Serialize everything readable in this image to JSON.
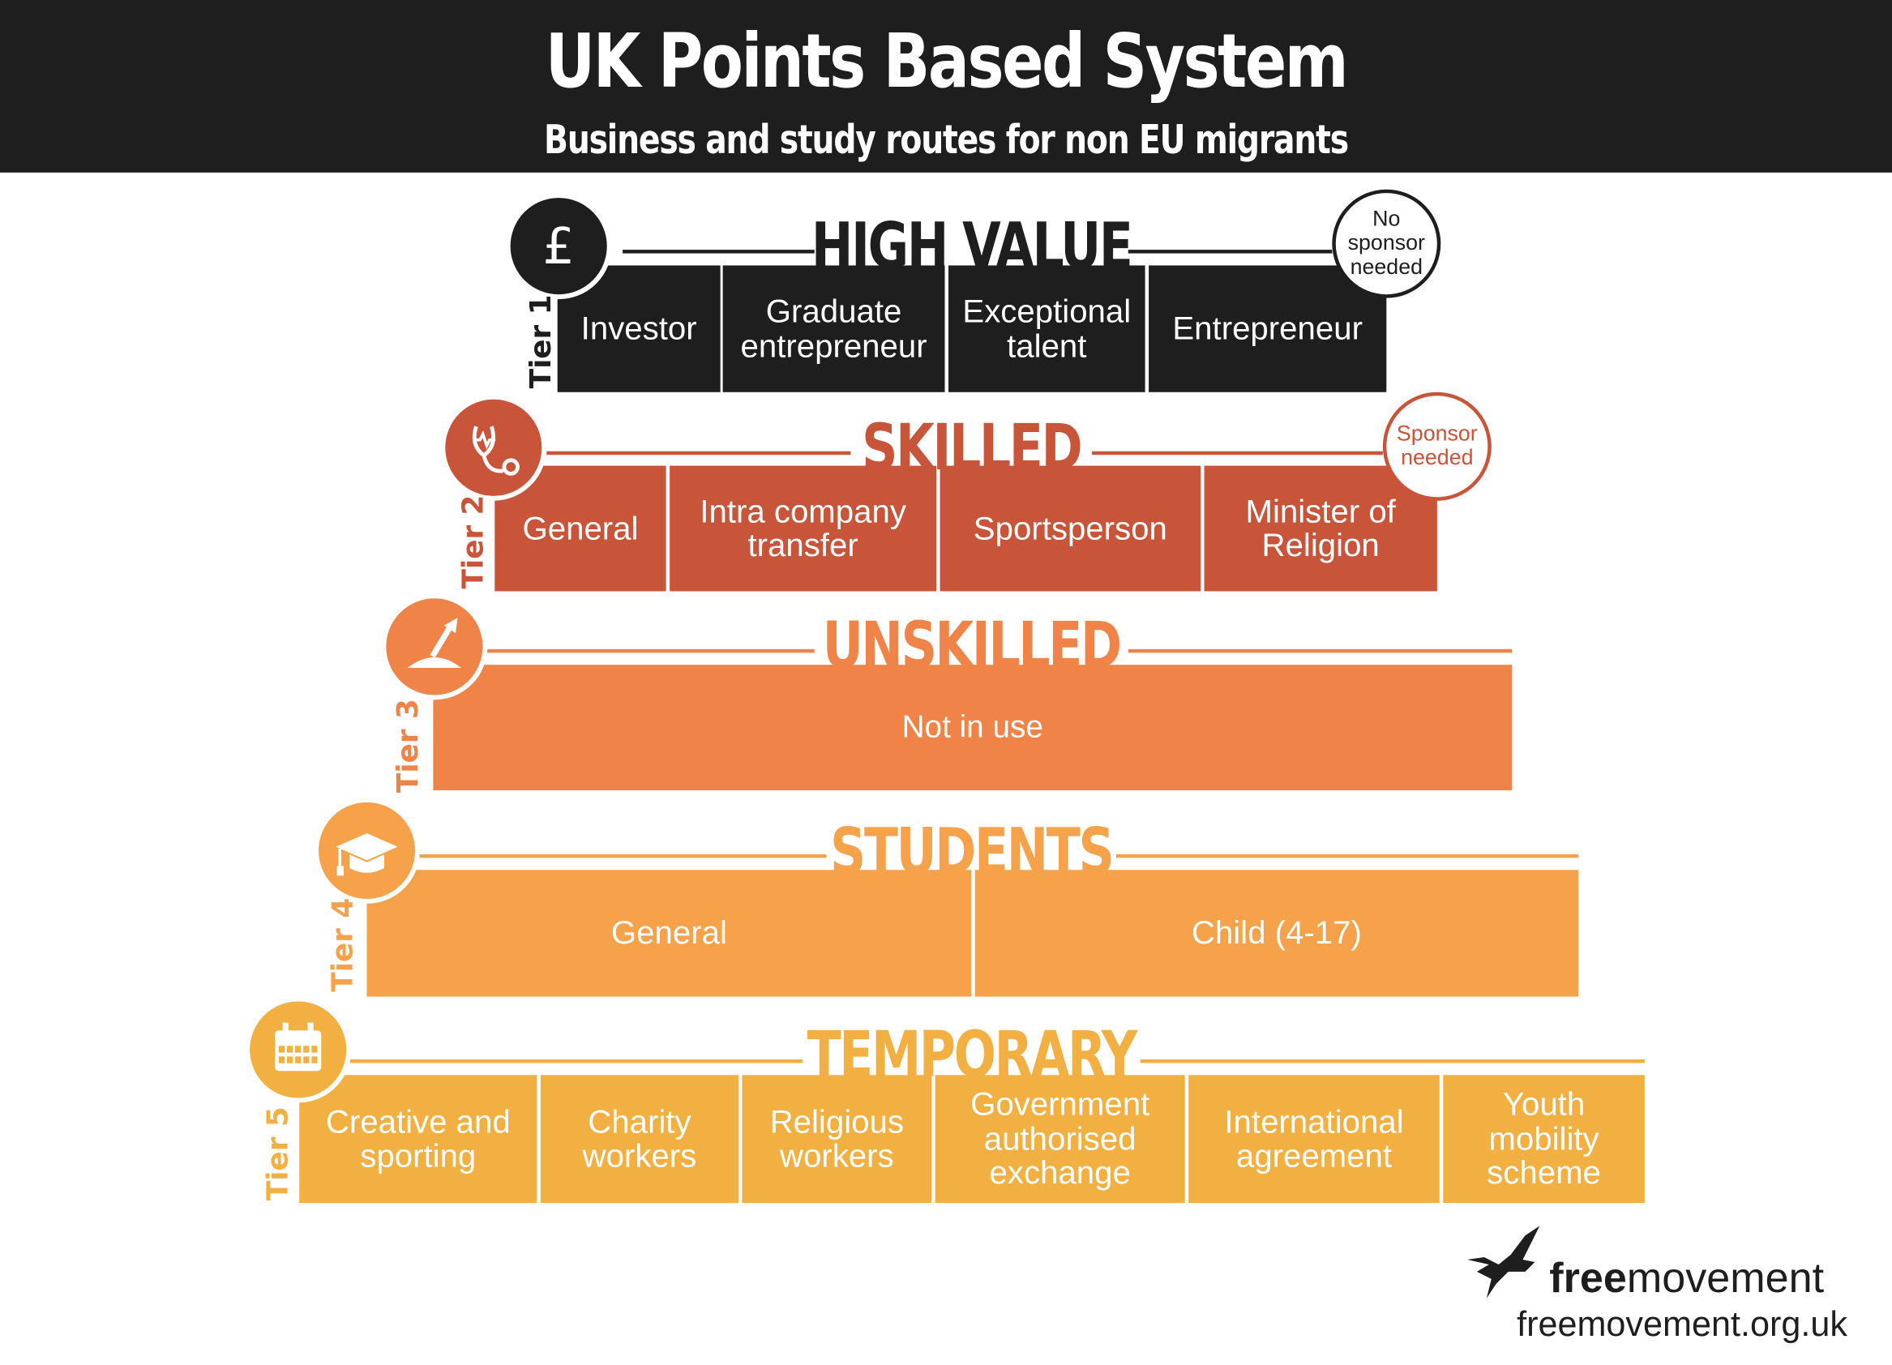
{
  "header": {
    "title": "UK Points Based System",
    "subtitle": "Business and study routes for non EU migrants"
  },
  "tiers": [
    {
      "label": "Tier 1",
      "title": "HIGH VALUE",
      "icon": "pound-icon",
      "color": "#1e1e1e",
      "cells": [
        "Investor",
        "Graduate\nentrepreneur",
        "Exceptional\ntalent",
        "Entrepreneur"
      ],
      "note": "No\nsponsor\nneeded"
    },
    {
      "label": "Tier 2",
      "title": "SKILLED",
      "icon": "stethoscope-icon",
      "color": "#c8543a",
      "cells": [
        "General",
        "Intra company\ntransfer",
        "Sportsperson",
        "Minister of\nReligion"
      ],
      "note": "Sponsor\nneeded"
    },
    {
      "label": "Tier 3",
      "title": "UNSKILLED",
      "icon": "shovel-icon",
      "color": "#f08448",
      "cells": [
        "Not in use"
      ]
    },
    {
      "label": "Tier 4",
      "title": "STUDENTS",
      "icon": "graduation-cap-icon",
      "color": "#f5a24a",
      "cells": [
        "General",
        "Child (4-17)"
      ]
    },
    {
      "label": "Tier 5",
      "title": "TEMPORARY",
      "icon": "calendar-icon",
      "color": "#f2b043",
      "cells": [
        "Creative and\nsporting",
        "Charity\nworkers",
        "Religious\nworkers",
        "Government\nauthorised\nexchange",
        "International\nagreement",
        "Youth\nmobility\nscheme"
      ]
    }
  ],
  "footer": {
    "brand_bold": "free",
    "brand_rest": "movement",
    "url": "freemovement.org.uk",
    "logo": "bird-icon"
  }
}
